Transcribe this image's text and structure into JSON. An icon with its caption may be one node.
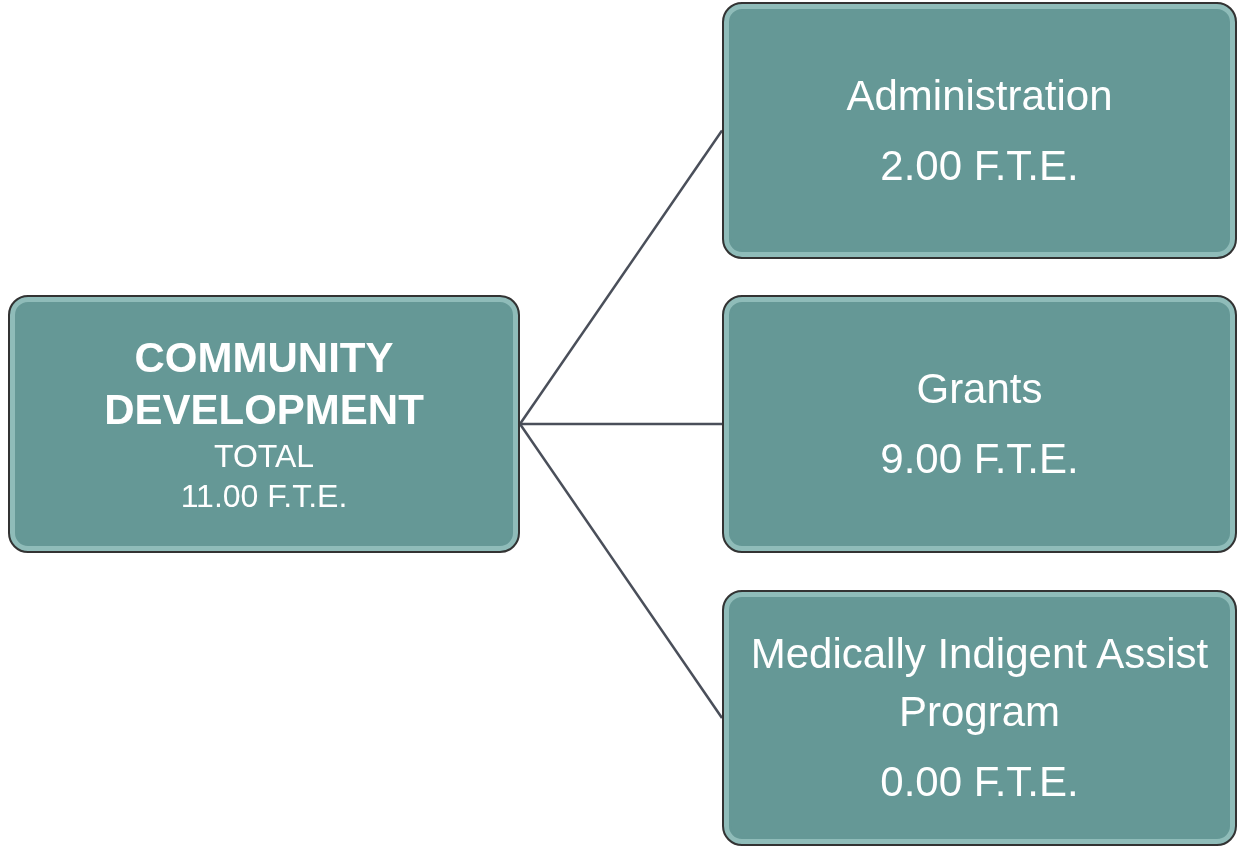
{
  "diagram": {
    "nodes": [
      {
        "text": [
          "COMMUNITY DEVELOPMENT",
          "TOTAL",
          "11.00 F.T.E."
        ]
      },
      {
        "text": [
          "Administration",
          "2.00 F.T.E."
        ]
      },
      {
        "text": [
          "Grants",
          "9.00 F.T.E."
        ]
      },
      {
        "text": [
          "Medically Indigent Assist Program",
          "0.00 F.T.E."
        ]
      }
    ],
    "edges": [
      {
        "from": 0,
        "to": 1,
        "arrow": "none"
      },
      {
        "from": 0,
        "to": 2,
        "arrow": "none"
      },
      {
        "from": 0,
        "to": 3,
        "arrow": "none"
      }
    ]
  }
}
